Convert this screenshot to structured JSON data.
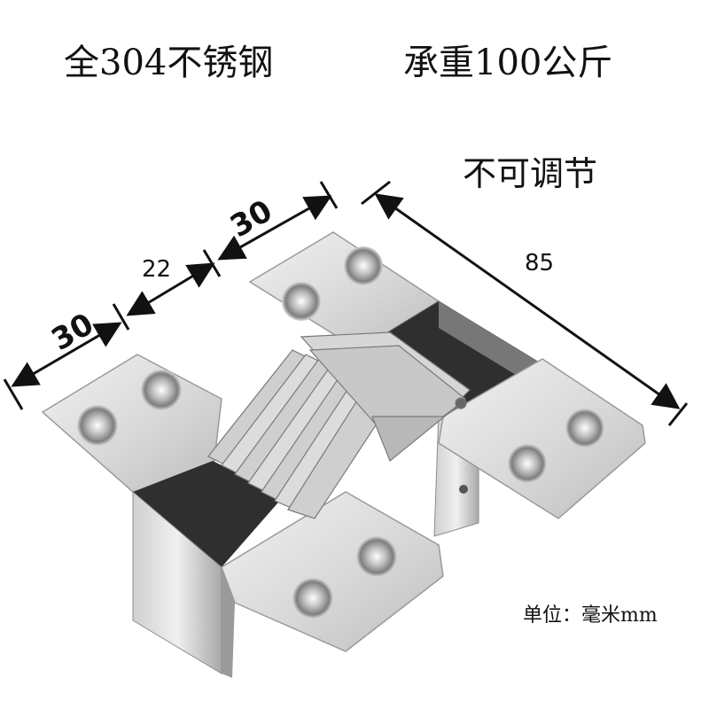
{
  "heading": {
    "material": "全304不锈钢",
    "load": "承重100公斤",
    "adjust": "不可调节"
  },
  "unit_note": "单位：毫米mm",
  "dimensions": {
    "left_plate": "30",
    "middle_gap": "22",
    "right_plate": "30",
    "length": "85"
  },
  "colors": {
    "steel_light": "#e6e6e6",
    "steel_mid": "#c4c4c4",
    "steel_dark": "#8a8a8a",
    "cavity": "#2f2f2f",
    "line": "#111111"
  }
}
